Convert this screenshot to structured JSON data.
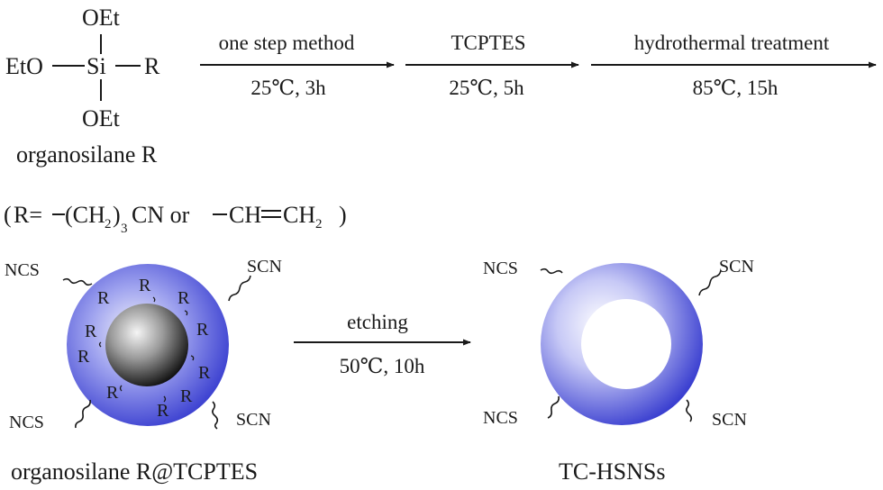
{
  "organosilane": {
    "oet_top": "OEt",
    "eto_left": "EtO",
    "si": "Si",
    "r": "R",
    "oet_bottom": "OEt",
    "caption": "organosilane R"
  },
  "steps": [
    {
      "reagent": "one step method",
      "conditions": "25℃, 3h"
    },
    {
      "reagent": "TCPTES",
      "conditions": "25℃, 5h"
    },
    {
      "reagent": "hydrothermal treatment",
      "conditions": "85℃, 15h"
    }
  ],
  "r_definition": {
    "open": "(",
    "r_eq": "R=",
    "ch2": "(CH",
    "sub2a": "2",
    "close_paren": ")",
    "sub3": "3",
    "cn_or": "CN or",
    "ch": "CH",
    "ch2b": "CH",
    "sub2b": "2",
    "close": ")"
  },
  "left_particle": {
    "ncs_tl": "NCS",
    "scn_tr": "SCN",
    "ncs_bl": "NCS",
    "scn_br": "SCN",
    "r_label": "R",
    "caption": "organosilane R@TCPTES"
  },
  "etching": {
    "reagent": "etching",
    "conditions": "50℃, 10h"
  },
  "right_particle": {
    "ncs_tl": "NCS",
    "scn_tr": "SCN",
    "ncs_bl": "NCS",
    "scn_br": "SCN",
    "caption": "TC-HSNSs"
  },
  "colors": {
    "shell_edge": "#3a3fd0",
    "shell_light": "#f2f2fb",
    "core_dark": "#0c0c0c",
    "core_light": "#f5f5f5",
    "line": "#1a1a1a"
  }
}
